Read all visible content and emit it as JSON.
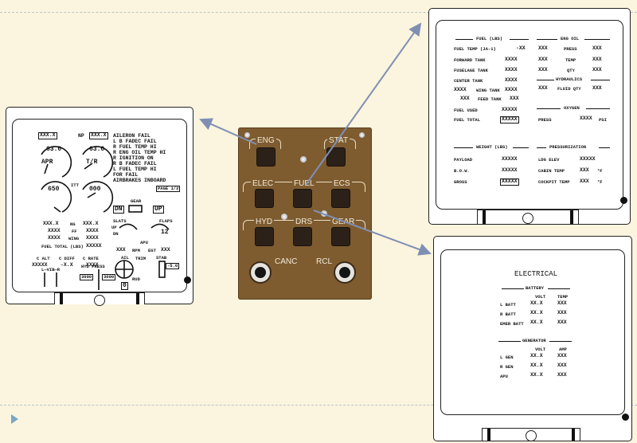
{
  "eicas": {
    "header_left": "XXX.X",
    "header_right": "XXX.X",
    "np_label": "NP",
    "gauge1_value": "63.0",
    "gauge1_label": "APR",
    "gauge2_value": "63.0",
    "gauge2_label": "T/R",
    "gauge3_value": "650",
    "itt_label": "ITT",
    "gauge4_value": "000",
    "cas_messages": [
      "AILERON FAIL",
      "L B FADEC FAIL",
      "R FUEL TEMP HI",
      "R ENG OIL TEMP HI",
      "R IGNITION ON",
      "R B FADEC FAIL",
      "L FUEL TEMP HI",
      "FOR FAIL",
      "AIRBRAKES INBOARD"
    ],
    "page": "PAGE 1/2",
    "gear_label": "GEAR",
    "gear_dn": "DN",
    "gear_up": "UP",
    "slats_label": "SLATS",
    "flaps_label": "FLAPS",
    "flaps_value": "12",
    "slats_dn": "DN",
    "slats_up": "UP",
    "eng_rows": [
      {
        "left": "XXX.X",
        "mid": "NG",
        "right": "XXX.X"
      },
      {
        "left": "XXXX",
        "mid": "FF",
        "right": "XXXX"
      },
      {
        "left": "XXXX",
        "mid": "WING",
        "right": "XXXX"
      }
    ],
    "fuel_total_label": "FUEL TOTAL (LBS)",
    "fuel_total_value": "XXXXX",
    "apu_label": "APU",
    "apu_rpm": "XXX",
    "rpm_label": "RPM",
    "egt_label": "EGT",
    "egt_value": "XXX",
    "c_alt": "C ALT",
    "c_diff": "C DIFF",
    "c_rate": "C RATE",
    "c_alt_value": "XXXXX",
    "c_diff_value": "-X.X",
    "c_rate_value": "XXXX",
    "trim_label": "TRIM",
    "ail_label": "AIL",
    "rud_label": "RUD",
    "stab_label": "STAB",
    "stab_value": "-5.0",
    "trim_value": "0",
    "vib_label": "L—VIB—R",
    "hyd_press_label": "HYD PRESS",
    "hyd_left": "3000",
    "hyd_right": "3000"
  },
  "panel": {
    "eng": "ENG",
    "stat": "STAT",
    "elec": "ELEC",
    "fuel": "FUEL",
    "ecs": "ECS",
    "hyd": "HYD",
    "drs": "DRS",
    "gear": "GEAR",
    "canc": "CANC",
    "rcl": "RCL"
  },
  "status": {
    "fuel_title": "FUEL (LBS)",
    "fuel_rows": [
      {
        "label": "FUEL TEMP (JA-1)",
        "value": "-XX"
      },
      {
        "label": "FORWARD TANK",
        "value": "XXXX"
      },
      {
        "label": "FUSELAGE TANK",
        "value": "XXXX"
      },
      {
        "label": "CENTER TANK",
        "value": "XXXX"
      }
    ],
    "wing_tank_left": "XXXX",
    "wing_tank_label": "WING TANK",
    "wing_tank_right": "XXXX",
    "feed_left": "XXX",
    "feed_label": "FEED TANK",
    "feed_right": "XXX",
    "fuel_used_label": "FUEL USED",
    "fuel_used_value": "XXXXX",
    "fuel_total_label": "FUEL TOTAL",
    "fuel_total_value": "XXXXX",
    "eng_oil_title": "ENG OIL",
    "eng_oil_rows": [
      {
        "left": "XXX",
        "label": "PRESS",
        "right": "XXX"
      },
      {
        "left": "XXX",
        "label": "TEMP",
        "right": "XXX"
      },
      {
        "left": "XXX",
        "label": "QTY",
        "right": "XXX"
      }
    ],
    "hydraulics_title": "HYDRAULICS",
    "hyd_left": "XXX",
    "hyd_label": "FLUID QTY",
    "hyd_right": "XXX",
    "oxygen_title": "OXYGEN",
    "oxygen_label": "PRESS",
    "oxygen_value": "XXXX",
    "oxygen_unit": "PSI",
    "weight_title": "WEIGHT (LBS)",
    "weight_rows": [
      {
        "label": "PAYLOAD",
        "value": "XXXXX"
      },
      {
        "label": "B.O.W.",
        "value": "XXXXX"
      },
      {
        "label": "GROSS",
        "value": "XXXXX"
      }
    ],
    "press_title": "PRESSURIZATION",
    "press_rows": [
      {
        "label": "LDG ELEV",
        "value": "XXXXX",
        "unit": ""
      },
      {
        "label": "CABIN TEMP",
        "value": "XXX",
        "unit": "°F"
      },
      {
        "label": "COCKPIT TEMP",
        "value": "XXX",
        "unit": "°F"
      }
    ]
  },
  "electrical": {
    "title": "ELECTRICAL",
    "battery_title": "BATTERY",
    "battery_headers": [
      "VOLT",
      "TEMP"
    ],
    "battery_rows": [
      {
        "label": "L BATT",
        "volt": "XX.X",
        "temp": "XXX"
      },
      {
        "label": "R BATT",
        "volt": "XX.X",
        "temp": "XXX"
      },
      {
        "label": "EMER BATT",
        "volt": "XX.X",
        "temp": "XXX"
      }
    ],
    "generator_title": "GENERATOR",
    "generator_headers": [
      "VOLT",
      "AMP"
    ],
    "generator_rows": [
      {
        "label": "L GEN",
        "volt": "XX.X",
        "amp": "XXX"
      },
      {
        "label": "R GEN",
        "volt": "XX.X",
        "amp": "XXX"
      },
      {
        "label": "APU",
        "volt": "XX.X",
        "amp": "XXX"
      }
    ]
  },
  "colors": {
    "background": "#fbf4de",
    "panel": "#7e5c30",
    "arrow": "#7f8fb4",
    "accent": "#7aa7c7"
  }
}
